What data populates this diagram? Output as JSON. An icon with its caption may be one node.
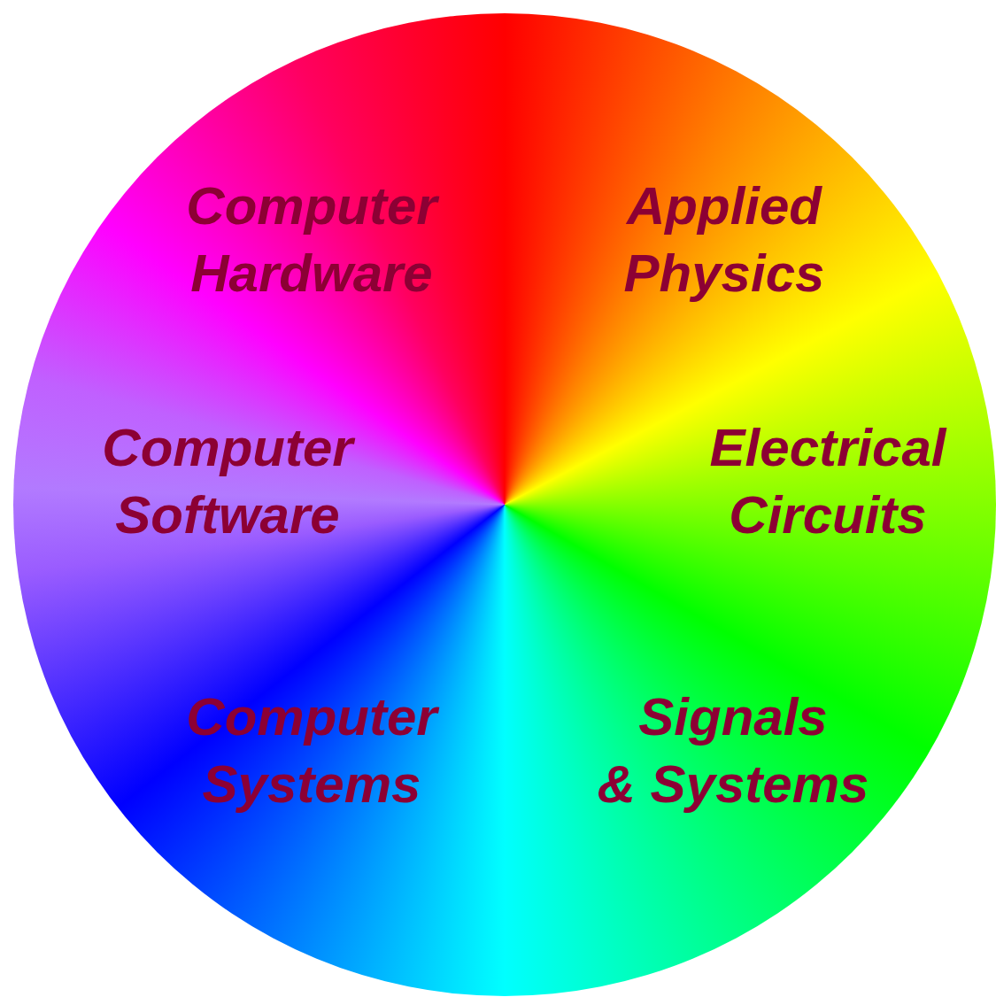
{
  "diagram": {
    "labels": [
      "Computer Hardware",
      "Applied Physics",
      "Computer Software",
      "Electrical Circuits",
      "Computer Systems",
      "Signals & Systems"
    ]
  }
}
